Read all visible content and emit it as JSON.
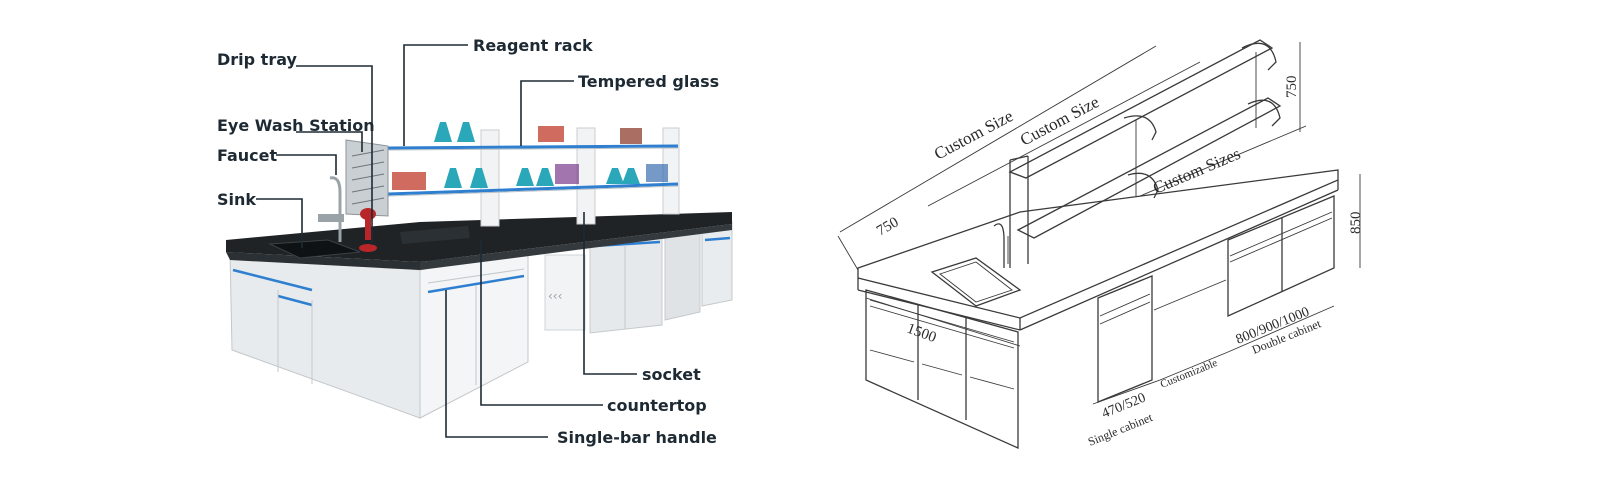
{
  "left_panel": {
    "callouts": {
      "drip_tray": "Drip tray",
      "reagent_rack": "Reagent rack",
      "tempered_glass": "Tempered glass",
      "eye_wash_station": "Eye Wash Station",
      "faucet": "Faucet",
      "sink": "Sink",
      "socket": "socket",
      "countertop": "countertop",
      "single_bar_handle": "Single-bar handle"
    },
    "colors": {
      "countertop": "#1f2326",
      "cabinet": "#eceff1",
      "accent_stripe": "#2f7fd0",
      "flask_liquid": "#2aa7b8"
    }
  },
  "right_panel": {
    "dimensions": {
      "custom_size_a": "Custom Size",
      "custom_size_b": "Custom Size",
      "custom_sizes": "Custom Sizes",
      "shelf_height": "750",
      "depth": "750",
      "bench_height": "850",
      "sink_length": "1500",
      "single_cabinet_width": "470/520",
      "customizable": "Customizable",
      "double_cabinet_width": "800/900/1000",
      "single_cabinet": "Single cabinet",
      "double_cabinet": "Double cabinet"
    }
  }
}
